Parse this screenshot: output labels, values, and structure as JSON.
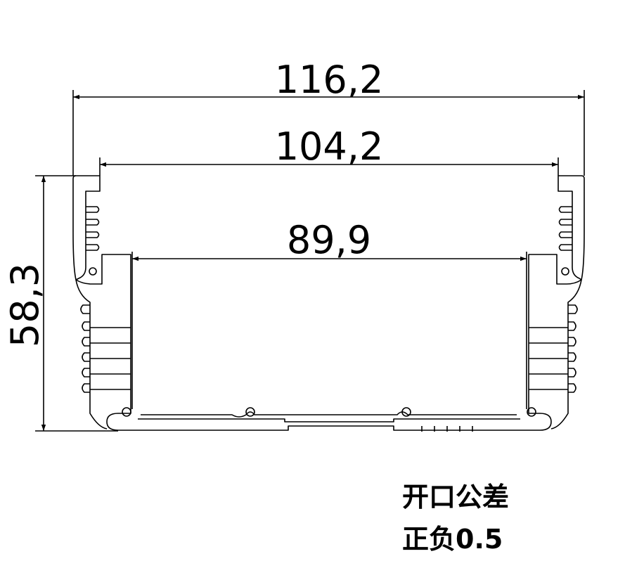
{
  "drawing": {
    "dimensions": {
      "overall_width": "116,2",
      "inner_width": "104,2",
      "cavity_width": "89,9",
      "height": "58,3"
    },
    "notes": [
      "开口公差",
      "正负0.5"
    ],
    "colors": {
      "line": "#000000",
      "background": "#ffffff"
    }
  }
}
